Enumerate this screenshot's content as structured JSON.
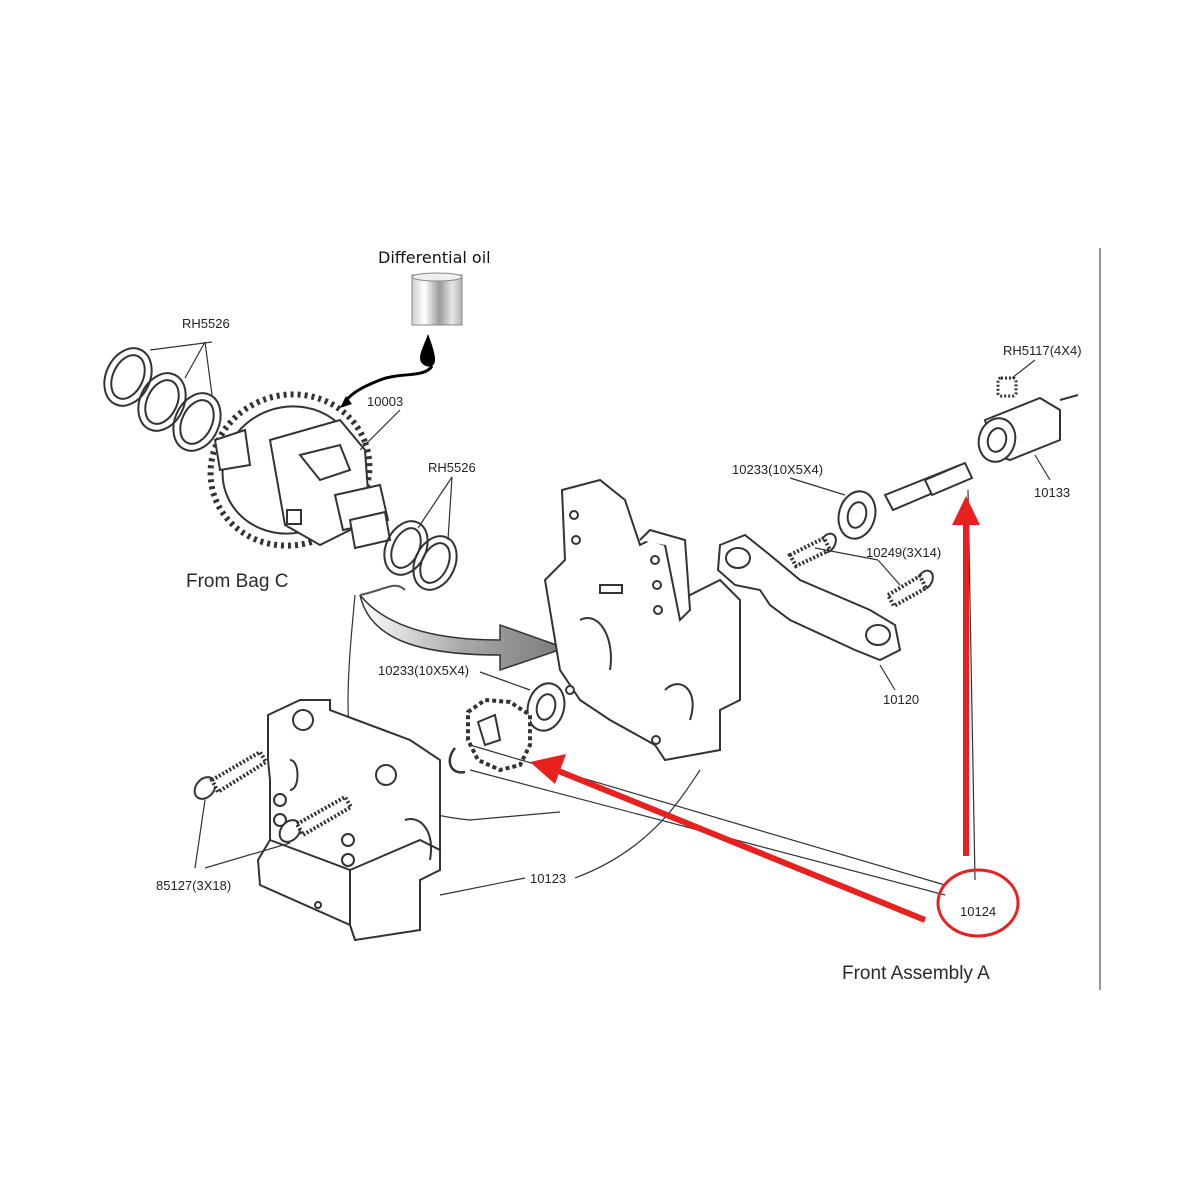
{
  "diagram": {
    "title": "Front Assembly A",
    "note_oil": "Differential oil",
    "note_bag": "From Bag C",
    "labels": {
      "rh5526_top": "RH5526",
      "p10003": "10003",
      "rh5526_mid": "RH5526",
      "p10233_top": "10233(10X5X4)",
      "rh5117": "RH5117(4X4)",
      "p10133": "10133",
      "p10249": "10249(3X14)",
      "p10233_mid": "10233(10X5X4)",
      "p10120": "10120",
      "p85127": "85127(3X18)",
      "p10123": "10123",
      "p10124": "10124"
    },
    "colors": {
      "line": "#333333",
      "highlight": "#e8201f",
      "arrow_gray": "#8a8a8a"
    }
  }
}
